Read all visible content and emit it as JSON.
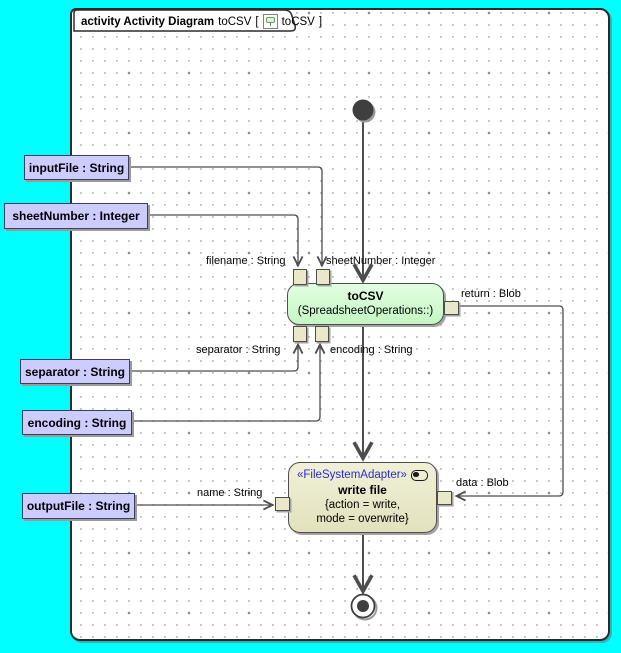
{
  "frame_title": {
    "bold_text": "activity Activity Diagram",
    "name": "toCSV",
    "open_bracket": "[",
    "close_bracket": "]",
    "context_name": "toCSV",
    "icon": "activity-diagram-icon"
  },
  "activity_parameters": [
    {
      "id": "inputFile",
      "label": "inputFile : String"
    },
    {
      "id": "sheetNumber",
      "label": "sheetNumber : Integer"
    },
    {
      "id": "separator",
      "label": "separator : String"
    },
    {
      "id": "encoding",
      "label": "encoding : String"
    },
    {
      "id": "outputFile",
      "label": "outputFile : String"
    }
  ],
  "actions": {
    "tocsv": {
      "name": "toCSV",
      "qualifier": "(SpreadsheetOperations::)"
    },
    "write_file": {
      "stereotype": "«FileSystemAdapter»",
      "stereotype_icon": "adapter-toggle-icon",
      "name": "write file",
      "properties_line1": "{action = write,",
      "properties_line2": "mode = overwrite}"
    }
  },
  "pin_labels": {
    "filename": "filename : String",
    "sheet_number": "sheetNumber : Integer",
    "separator": "separator : String",
    "encoding": "encoding : String",
    "return": "return : Blob",
    "data": "data : Blob",
    "name": "name : String"
  },
  "colors": {
    "canvas": "#00ffff",
    "frame_background": "#ffffff",
    "action_green": "#ccffcc",
    "action_tan": "#e9e9c9",
    "parameter_lavender": "#ccccff",
    "stereotype_blue": "#2a2ad0",
    "edge": "#4d4d4d",
    "node_fill_dark": "#3f3f3f"
  }
}
